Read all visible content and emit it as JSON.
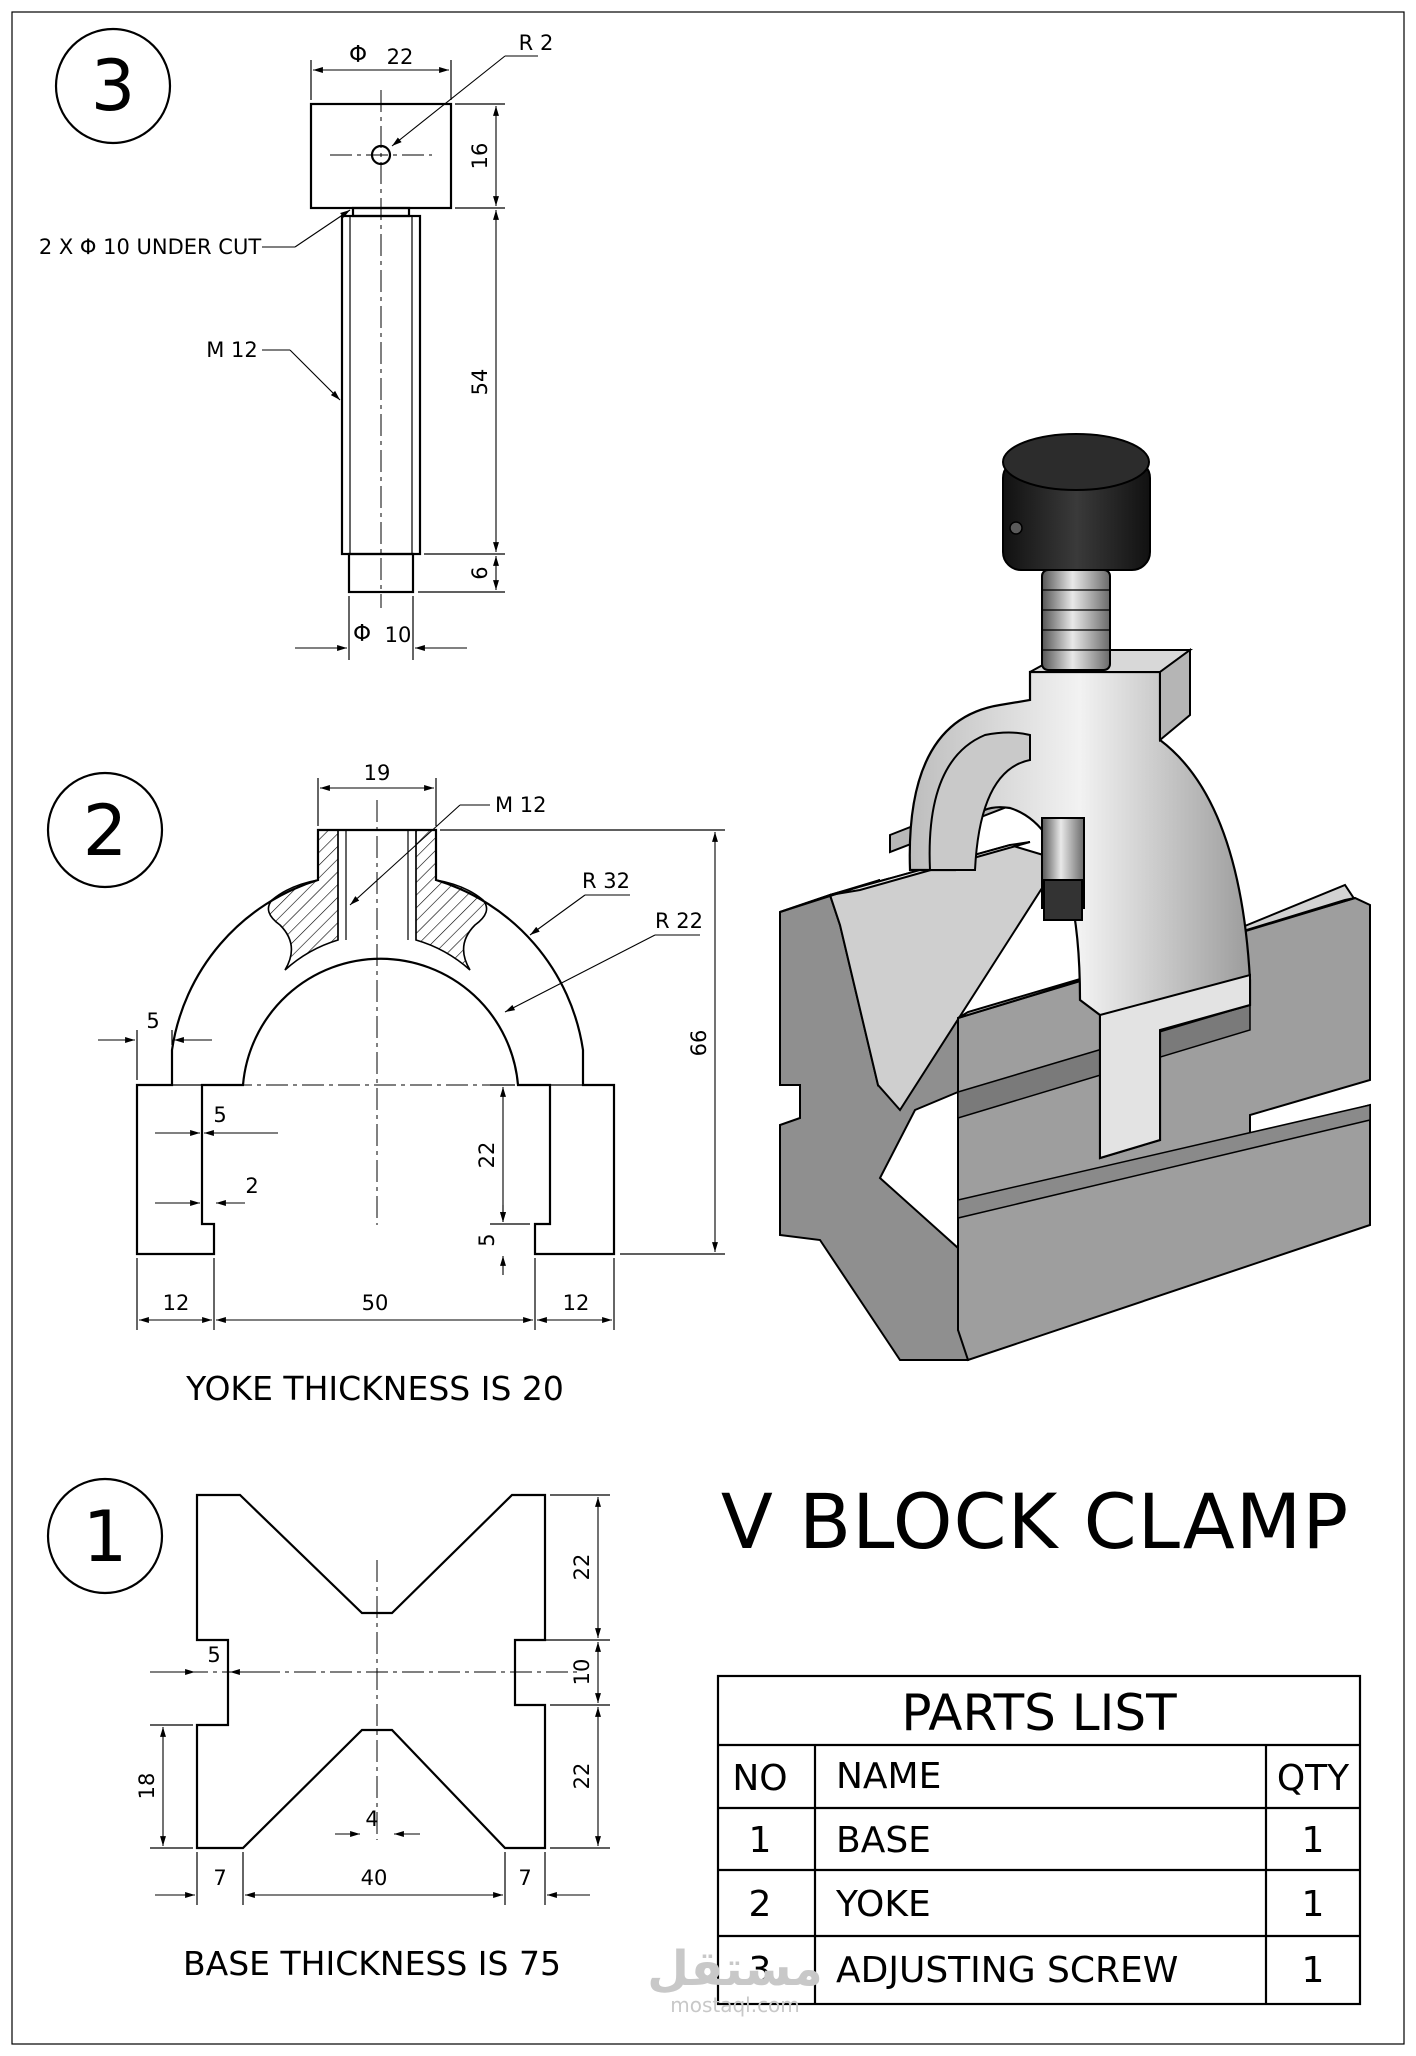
{
  "title": "V BLOCK CLAMP",
  "part_markers": [
    "3",
    "2",
    "1"
  ],
  "screw": {
    "dia_head": "22",
    "radius_hole": "R 2",
    "height_head": "16",
    "undercut": "2 X Φ 10 UNDER CUT",
    "thread": "M 12",
    "length_thread": "54",
    "length_tip": "6",
    "dia_tip": "10",
    "phi": "Φ"
  },
  "yoke": {
    "width_boss": "19",
    "thread": "M 12",
    "r_outer": "R 32",
    "r_inner": "R 22",
    "height_total": "66",
    "step": "5",
    "slot_depth": "5",
    "slot_width": "2",
    "leg_height": "22",
    "foot": "5",
    "left_leg": "12",
    "span": "50",
    "right_leg": "12",
    "note": "YOKE THICKNESS IS 20"
  },
  "base": {
    "top_v": "22",
    "middle": "10",
    "bottom_v": "22",
    "notch": "5",
    "slot_height": "18",
    "v_flat": "4",
    "left_foot": "7",
    "span": "40",
    "right_foot": "7",
    "note": "BASE THICKNESS IS 75"
  },
  "parts_list": {
    "heading": "PARTS LIST",
    "columns": [
      "NO",
      "NAME",
      "QTY"
    ],
    "rows": [
      {
        "no": "1",
        "name": "BASE",
        "qty": "1"
      },
      {
        "no": "2",
        "name": "YOKE",
        "qty": "1"
      },
      {
        "no": "3",
        "name": "ADJUSTING SCREW",
        "qty": "1"
      }
    ]
  },
  "watermark": {
    "arabic": "مستقل",
    "latin": "mostaql.com"
  },
  "colors": {
    "line": "#000000",
    "paper": "#ffffff",
    "metal_dark": "#6f6f6f",
    "metal_mid": "#a6a6a6",
    "metal_light": "#d9d9d9",
    "knob": "#1e1e1e"
  }
}
